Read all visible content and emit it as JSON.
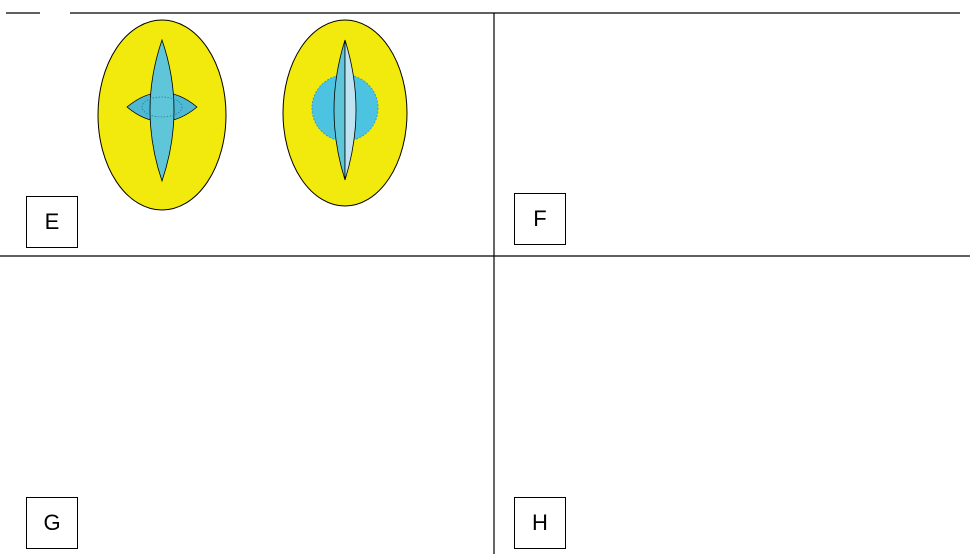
{
  "panels": {
    "E": {
      "label": "E"
    },
    "F": {
      "label": "F"
    },
    "G": {
      "label": "G"
    },
    "H": {
      "label": "H"
    }
  },
  "colors": {
    "cell_yellow": "#F2EA0C",
    "nucleus_blue": "#5EC6D8",
    "light_blue": "#A9DBEA",
    "teal_blue": "#63BDB8",
    "pale_yellow": "#F6F0A0",
    "outline": "#000000",
    "dashed_blue": "#2CA0D8"
  }
}
